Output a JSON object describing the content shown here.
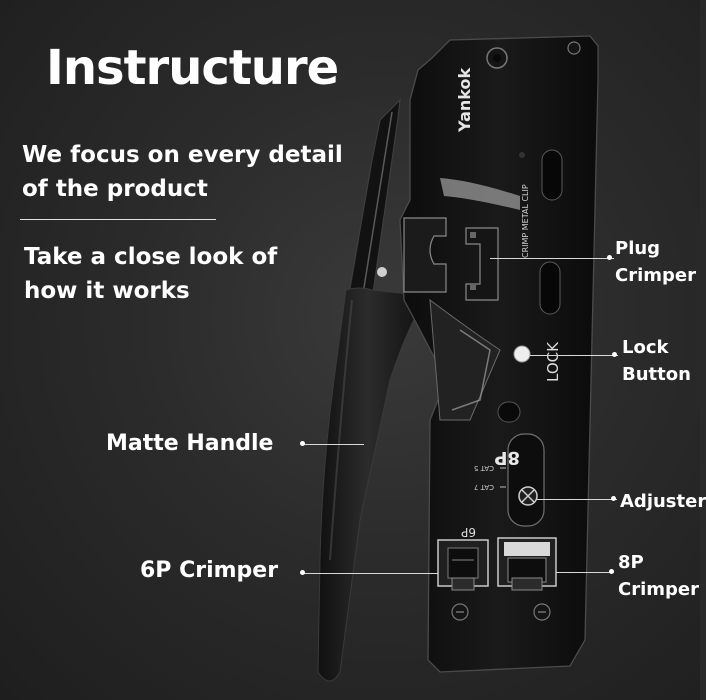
{
  "headline": "Instructure",
  "intro": {
    "line1": "We focus on every detail\nof the product",
    "line2": "Take a close look of\nhow it works"
  },
  "tool": {
    "brand": "Yankok",
    "label_crimp_metal_clip": "CRIMP METAL CLIP",
    "label_lock": "LOCK",
    "label_8p": "8P",
    "label_6p": "6P",
    "label_cat5": "CAT 5",
    "label_cat7": "CAT 7"
  },
  "callouts": {
    "plug_crimper": "Plug\nCrimper",
    "lock_button": "Lock\nButton",
    "adjuster": "Adjuster",
    "crimper_8p": "8P\nCrimper",
    "matte_handle": "Matte Handle",
    "crimper_6p": "6P Crimper"
  }
}
